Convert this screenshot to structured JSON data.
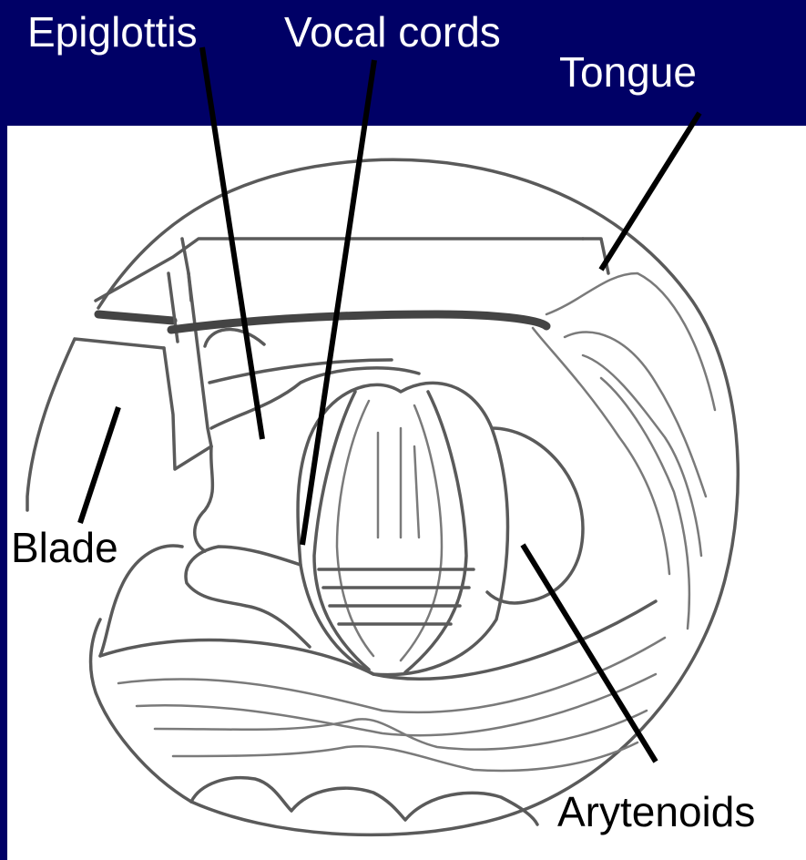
{
  "colors": {
    "header_band": "#000066",
    "sketch_stroke": "#5a5a5a",
    "leader_line": "#000000",
    "label_on_dark": "#ffffff",
    "label_on_light": "#000000"
  },
  "labels": {
    "epiglottis": "Epiglottis",
    "vocal_cords": "Vocal cords",
    "tongue": "Tongue",
    "blade": "Blade",
    "arytenoids": "Arytenoids"
  }
}
